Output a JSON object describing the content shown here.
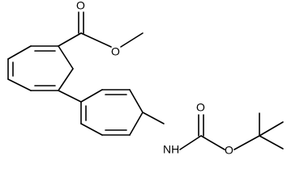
{
  "molecule": {
    "atoms": {
      "ester_carbonyl_o": "O",
      "ester_methoxy_o": "O",
      "nh": "NH",
      "carbamate_carbonyl_o": "O",
      "carbamate_ether_o": "O"
    }
  },
  "colors": {
    "bond": "#000000",
    "background": "#ffffff"
  }
}
